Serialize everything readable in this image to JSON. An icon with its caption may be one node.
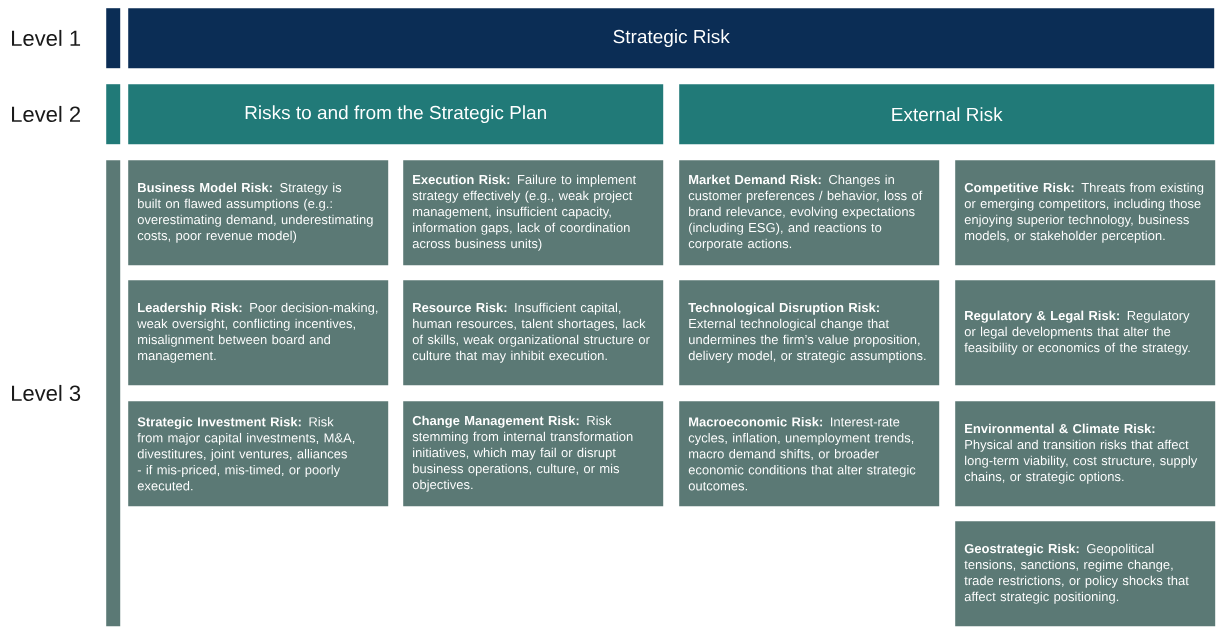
{
  "diagram": {
    "nodes": [
      {
        "text": [],
        "shape": "bar",
        "beside": [
          "Level 1"
        ]
      },
      {
        "text": [
          "Strategic Risk"
        ]
      },
      {
        "text": [],
        "shape": "bar",
        "beside": [
          "Level 2"
        ]
      },
      {
        "text": [
          "Risks to and from the Strategic Plan"
        ]
      },
      {
        "text": [
          "External Risk"
        ]
      },
      {
        "text": [],
        "shape": "bar",
        "beside": [
          "Level 3"
        ]
      },
      {
        "text": [
          "**Business Model Risk:** Strategy is built on flawed assumptions (e.g.: overestimating demand, underestimating costs, poor revenue model)"
        ]
      },
      {
        "text": [
          "**Execution Risk:** Failure to implement strategy effectively (e.g., weak project management, insufficient capacity, information gaps, lack of coordination across business units)"
        ]
      },
      {
        "text": [
          "**Market Demand Risk:** Changes in customer preferences / behavior, loss of brand relevance, evolving expectations (including ESG), and reactions to corporate actions."
        ]
      },
      {
        "text": [
          "**Competitive Risk:** Threats from existing or emerging competitors, including those enjoying superior technology, business models, or stakeholder perception."
        ]
      },
      {
        "text": [
          "**Leadership Risk:** Poor decision-making, weak oversight, conflicting incentives, misalignment between board and management."
        ]
      },
      {
        "text": [
          "**Resource Risk:** Insufficient capital, human resources, talent shortages, lack of skills, weak organizational structure or culture that may inhibit execution."
        ]
      },
      {
        "text": [
          "**Technological Disruption Risk:** External technological change that undermines the firm’s value proposition, delivery model, or strategic assumptions."
        ]
      },
      {
        "text": [
          "**Regulatory & Legal Risk:** Regulatory or legal developments that alter the feasibility or economics of the strategy."
        ]
      },
      {
        "text": [
          "**Strategic Investment Risk:** Risk from major capital investments, M&A, divestitures, joint ventures, alliances - if mis-priced, mis-timed, or poorly executed."
        ]
      },
      {
        "text": [
          "**Change Management Risk:** Risk stemming from internal transformation initiatives, which may fail or disrupt business operations, culture, or mis objectives."
        ]
      },
      {
        "text": [
          "**Macroeconomic Risk:** Interest-rate cycles, inflation, unemployment trends, macro demand shifts, or broader economic conditions that alter strategic outcomes."
        ]
      },
      {
        "text": [
          "**Environmental & Climate Risk:** Physical and transition risks that affect long-term viability, cost structure, supply chains, or strategic options."
        ]
      },
      {
        "text": [
          "**Geostrategic Risk:** Geopolitical tensions, sanctions, regime change, trade restrictions, or policy shocks that affect strategic positioning."
        ]
      }
    ]
  }
}
